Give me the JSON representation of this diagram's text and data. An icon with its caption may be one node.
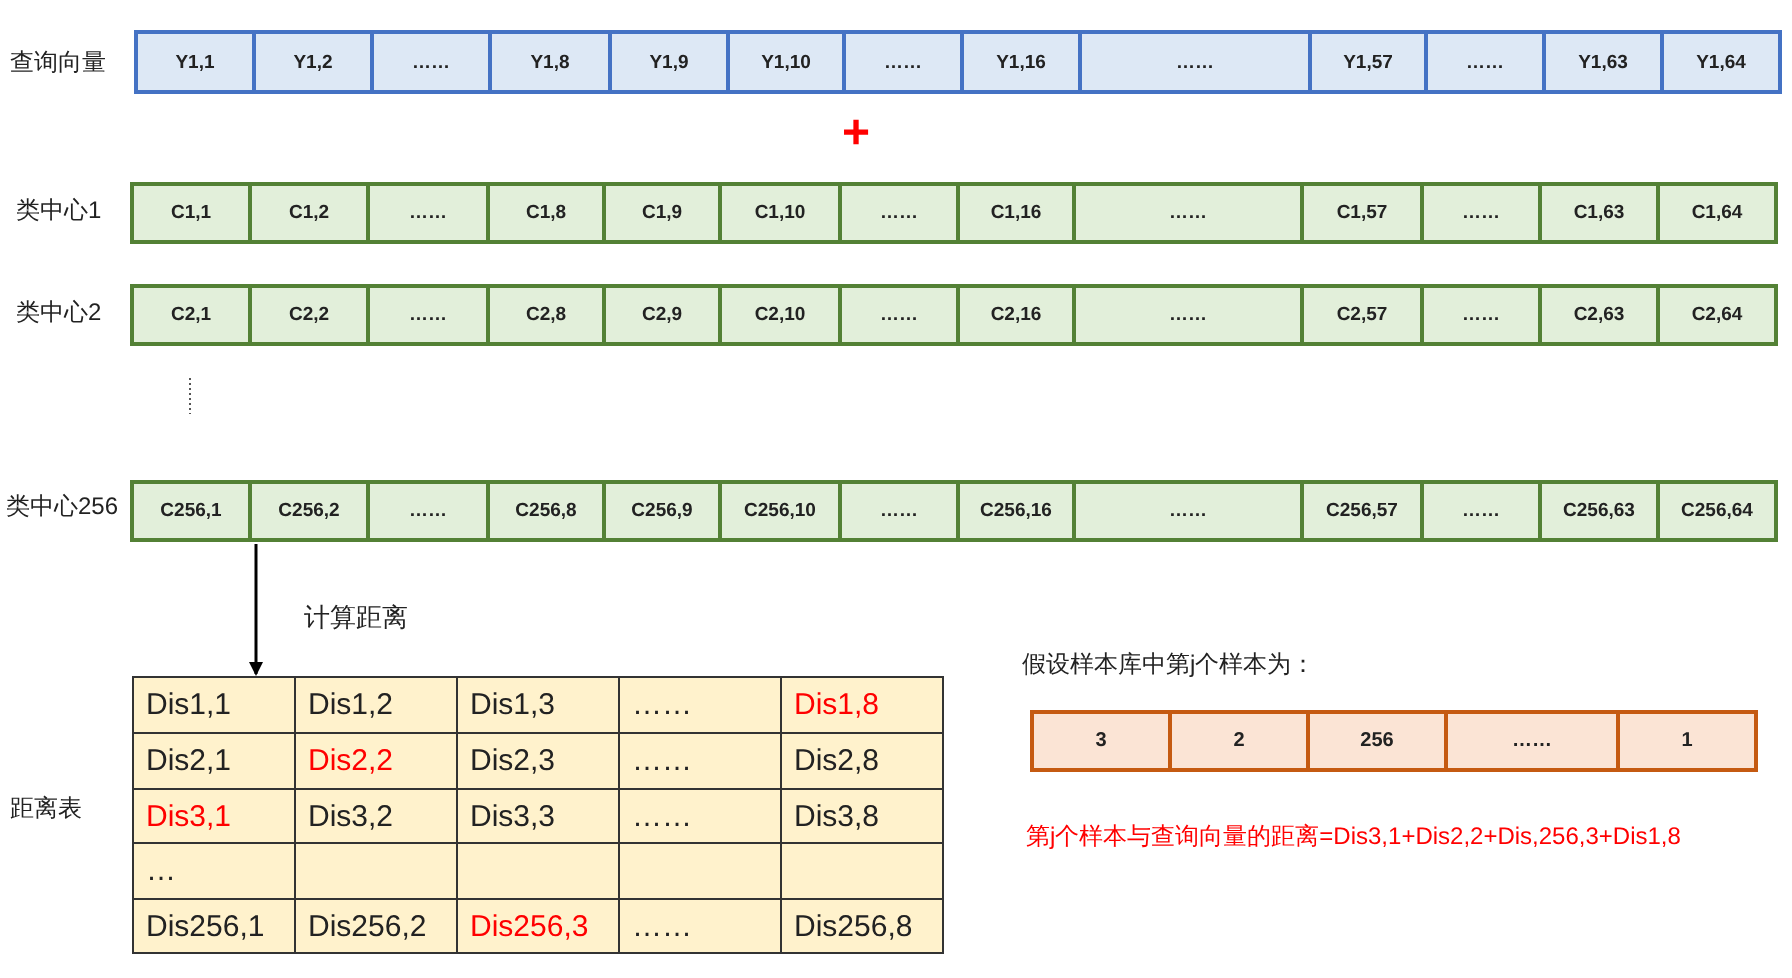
{
  "diagram": {
    "nodes": [
      {
        "text": [
          "查询向量"
        ]
      },
      {
        "text": [
          "Y1,1"
        ],
        "in": 0
      },
      {
        "text": [
          "Y1,2"
        ],
        "in": 0
      },
      {
        "text": [
          "……"
        ],
        "in": 0
      },
      {
        "text": [
          "Y1,8"
        ],
        "in": 0
      },
      {
        "text": [
          "Y1,9"
        ],
        "in": 0
      },
      {
        "text": [
          "Y1,10"
        ],
        "in": 0
      },
      {
        "text": [
          "……"
        ],
        "in": 0
      },
      {
        "text": [
          "Y1,16"
        ],
        "in": 0
      },
      {
        "text": [
          "……"
        ],
        "in": 0
      },
      {
        "text": [
          "Y1,57"
        ],
        "in": 0
      },
      {
        "text": [
          "……"
        ],
        "in": 0
      },
      {
        "text": [
          "Y1,63"
        ],
        "in": 0
      },
      {
        "text": [
          "Y1,64"
        ],
        "in": 0
      },
      {
        "text": [
          "类中心1"
        ]
      },
      {
        "text": [
          "C1,1"
        ],
        "in": 14
      },
      {
        "text": [
          "C1,2"
        ],
        "in": 14
      },
      {
        "text": [
          "……"
        ],
        "in": 14
      },
      {
        "text": [
          "C1,8"
        ],
        "in": 14
      },
      {
        "text": [
          "C1,9"
        ],
        "in": 14
      },
      {
        "text": [
          "C1,10"
        ],
        "in": 14
      },
      {
        "text": [
          "……"
        ],
        "in": 14
      },
      {
        "text": [
          "C1,16"
        ],
        "in": 14
      },
      {
        "text": [
          "……"
        ],
        "in": 14
      },
      {
        "text": [
          "C1,57"
        ],
        "in": 14
      },
      {
        "text": [
          "……"
        ],
        "in": 14
      },
      {
        "text": [
          "C1,63"
        ],
        "in": 14
      },
      {
        "text": [
          "C1,64"
        ],
        "in": 14
      },
      {
        "text": [
          "类中心2"
        ]
      },
      {
        "text": [
          "C2,1"
        ],
        "in": 28
      },
      {
        "text": [
          "C2,2"
        ],
        "in": 28
      },
      {
        "text": [
          "……"
        ],
        "in": 28
      },
      {
        "text": [
          "C2,8"
        ],
        "in": 28
      },
      {
        "text": [
          "C2,9"
        ],
        "in": 28
      },
      {
        "text": [
          "C2,10"
        ],
        "in": 28
      },
      {
        "text": [
          "……"
        ],
        "in": 28
      },
      {
        "text": [
          "C2,16"
        ],
        "in": 28
      },
      {
        "text": [
          "……"
        ],
        "in": 28
      },
      {
        "text": [
          "C2,57"
        ],
        "in": 28
      },
      {
        "text": [
          "……"
        ],
        "in": 28
      },
      {
        "text": [
          "C2,63"
        ],
        "in": 28
      },
      {
        "text": [
          "C2,64"
        ],
        "in": 28
      },
      {
        "text": [
          "类中心256"
        ]
      },
      {
        "text": [
          "C256,1"
        ],
        "in": 42
      },
      {
        "text": [
          "C256,2"
        ],
        "in": 42
      },
      {
        "text": [
          "……"
        ],
        "in": 42
      },
      {
        "text": [
          "C256,8"
        ],
        "in": 42
      },
      {
        "text": [
          "C256,9"
        ],
        "in": 42
      },
      {
        "text": [
          "C256,10"
        ],
        "in": 42
      },
      {
        "text": [
          "……"
        ],
        "in": 42
      },
      {
        "text": [
          "C256,16"
        ],
        "in": 42
      },
      {
        "text": [
          "……"
        ],
        "in": 42
      },
      {
        "text": [
          "C256,57"
        ],
        "in": 42
      },
      {
        "text": [
          "……"
        ],
        "in": 42
      },
      {
        "text": [
          "C256,63"
        ],
        "in": 42
      },
      {
        "text": [
          "C256,64"
        ],
        "in": 42
      },
      {
        "text": [
          "距离表"
        ]
      },
      {
        "text": [
          "假设样本库中第j个样本为："
        ]
      },
      {
        "text": [
          "3"
        ],
        "in": 57
      },
      {
        "text": [
          "2"
        ],
        "in": 57
      },
      {
        "text": [
          "256"
        ],
        "in": 57
      },
      {
        "text": [
          "……"
        ],
        "in": 57
      },
      {
        "text": [
          "1"
        ],
        "in": 57
      }
    ],
    "edges": [
      {
        "from": 42,
        "to": 56,
        "arrow": "to",
        "label": "计算距离"
      }
    ],
    "labels": [
      "+",
      "Dis1,1",
      "Dis1,2",
      "Dis1,3",
      "……",
      "Dis1,8",
      "Dis2,1",
      "Dis2,2",
      "Dis2,3",
      "……",
      "Dis2,8",
      "Dis3,1",
      "Dis3,2",
      "Dis3,3",
      "……",
      "Dis3,8",
      "…",
      "Dis256,1",
      "Dis256,2",
      "Dis256,3",
      "……",
      "Dis256,8",
      "第j个样本与查询向量的距离=Dis3,1+Dis2,2+Dis,256,3+Dis1,8"
    ]
  }
}
